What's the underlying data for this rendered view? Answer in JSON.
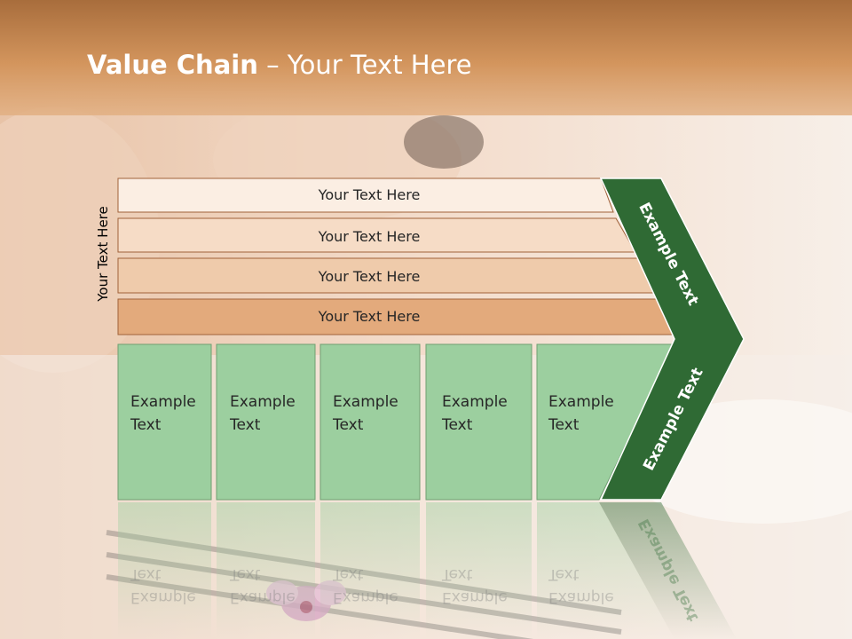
{
  "slide": {
    "title_bold": "Value Chain",
    "title_rest": " – Your Text Here",
    "side_label": "Your Text Here"
  },
  "rows": [
    {
      "label": "Your Text Here",
      "color": "#fbeee3"
    },
    {
      "label": "Your Text Here",
      "color": "#f6dcc6"
    },
    {
      "label": "Your Text Here",
      "color": "#efcbab"
    },
    {
      "label": "Your Text Here",
      "color": "#e3aa7c"
    }
  ],
  "activities": [
    {
      "line1": "Example",
      "line2": "Text"
    },
    {
      "line1": "Example",
      "line2": "Text"
    },
    {
      "line1": "Example",
      "line2": "Text"
    },
    {
      "line1": "Example",
      "line2": "Text"
    },
    {
      "line1": "Example",
      "line2": "Text"
    }
  ],
  "arrow": {
    "upper_text": "Example Text",
    "lower_text": "Example Text"
  },
  "colors": {
    "header_top": "#b8783f",
    "header_bottom": "#dca06a",
    "activity_fill": "#9ccf9f",
    "arrow_fill": "#2f6a34",
    "row_border": "#a0623a"
  }
}
